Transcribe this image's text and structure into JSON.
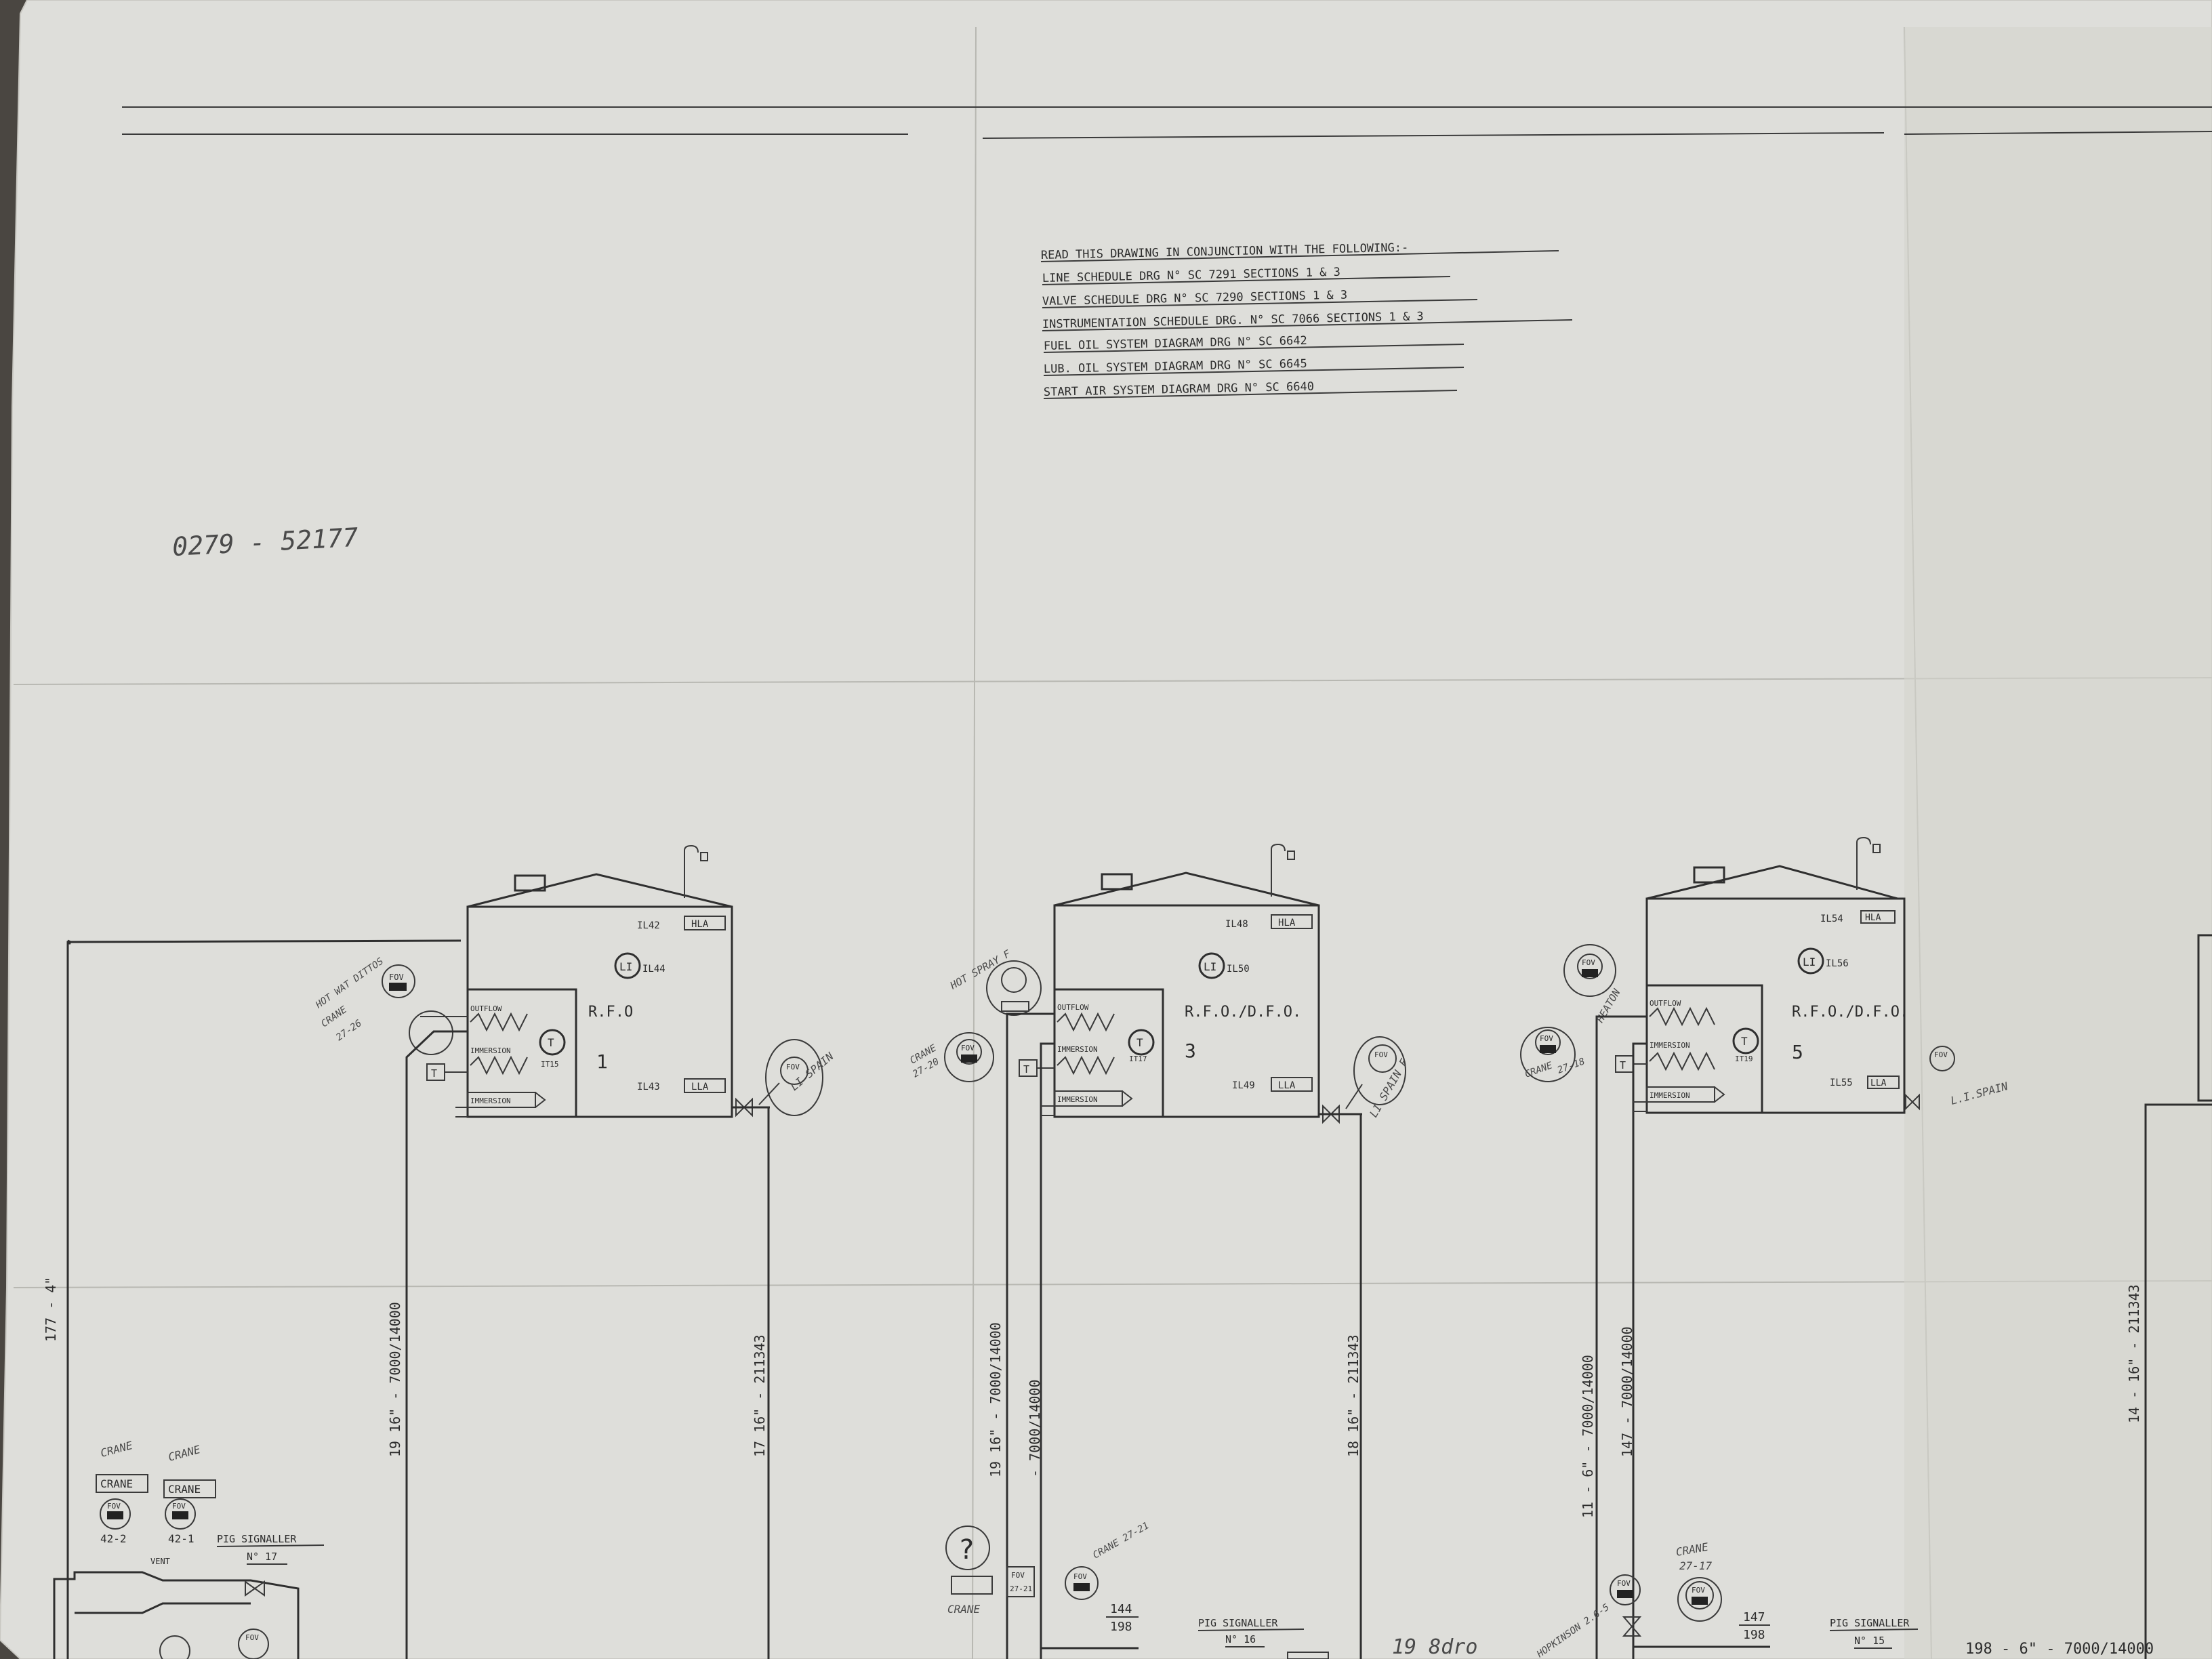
{
  "notes": {
    "heading": "READ THIS DRAWING IN CONJUNCTION WITH THE FOLLOWING:-",
    "lines": [
      "LINE SCHEDULE  DRG N° SC 7291  SECTIONS 1 & 3",
      "VALVE SCHEDULE  DRG N° SC 7290  SECTIONS 1 & 3",
      "INSTRUMENTATION SCHEDULE  DRG. N° SC 7066  SECTIONS 1 & 3",
      "FUEL OIL SYSTEM DIAGRAM  DRG N° SC 6642",
      "LUB. OIL SYSTEM DIAGRAM  DRG N° SC 6645",
      "START AIR SYSTEM DIAGRAM  DRG N° SC 6640"
    ]
  },
  "ref_number": "0279 - 52177",
  "tanks": [
    {
      "number": "1",
      "product": "R.F.O",
      "level_indicator": "LI",
      "li_tag": "IL44",
      "hla_tag": "IL42",
      "lla_tag": "IL43",
      "hla": "HLA",
      "lla": "LLA",
      "temp": "T",
      "temp_tag": "IT15",
      "heaters": [
        "OUTFLOW",
        "IMMERSION",
        "IMMERSION"
      ],
      "fov_left": "FOV",
      "fov_left_note": "27-26",
      "fov_left_hand": "CRANE",
      "fov_left_hand2": "HOT WAT DITTOS",
      "fov_right": "FOV",
      "fov_right_note": "LI SPAIN",
      "outlet_line": "19 16\" - 7000/14000",
      "return_line": "17 16\" - 211343"
    },
    {
      "number": "3",
      "product": "R.F.O./D.F.O.",
      "level_indicator": "LI",
      "li_tag": "IL50",
      "hla_tag": "IL48",
      "lla_tag": "IL49",
      "hla": "HLA",
      "lla": "LLA",
      "temp": "T",
      "temp_tag": "IT17",
      "heaters": [
        "OUTFLOW",
        "IMMERSION",
        "IMMERSION"
      ],
      "fov_left": "FOV",
      "fov_left_note": "27-20",
      "fov_left_hand": "CRANE",
      "fov_left_hand2": "HOT SPRAY F",
      "fov_right": "FOV",
      "fov_right_note": "LI SPAIN F",
      "outlet_line": "19 16\" - 7000/14000",
      "outlet_line2": "- 7000/14000",
      "return_line": "18 16\" - 211343"
    },
    {
      "number": "5",
      "product": "R.F.O./D.F.O.",
      "level_indicator": "LI",
      "li_tag": "IL56",
      "hla_tag": "IL54",
      "lla_tag": "IL55",
      "hla": "HLA",
      "lla": "LLA",
      "temp": "T",
      "temp_tag": "IT19",
      "heaters": [
        "OUTFLOW",
        "IMMERSION",
        "IMMERSION"
      ],
      "fov_left": "FOV",
      "fov_left_note": "27-18",
      "fov_left_hand": "CRANE",
      "fov_left_hand2": "HEATON",
      "fov_right": "FOV",
      "fov_right_note": "L.I.SPAIN",
      "outlet_line": "11 - 6\" - 7000/14000",
      "outlet_line2": "147 - 7000/14000",
      "return_line": ""
    }
  ],
  "left_line": "177 - 4\"",
  "far_right_line": "14 - 16\" - 211343",
  "bottom": {
    "crane_labels": [
      "CRANE",
      "CRANE"
    ],
    "crane_tags": [
      "42-2",
      "42-1"
    ],
    "fov": "FOV",
    "vent": "VENT",
    "pig_signallers": [
      "PIG SIGNALLER",
      "PIG SIGNALLER",
      "PIG SIGNALLER"
    ],
    "pig_numbers": [
      "N° 17",
      "N° 16",
      "N° 15"
    ],
    "question": "?",
    "crane_mid": "CRANE",
    "fov_mid_tag": "27-21",
    "fov_mid_tag2": "CRANE 27-21",
    "fraction_1_top": "144",
    "fraction_1_bot": "198",
    "fraction_2_top": "147",
    "fraction_2_bot": "198",
    "crane_right": "CRANE",
    "crane_right_tag": "27-17",
    "hopkinson": "HOPKINSON 2.6-5",
    "hand_mid": "19 8dro",
    "bottom_right_line": "198 - 6\" - 7000/14000"
  }
}
